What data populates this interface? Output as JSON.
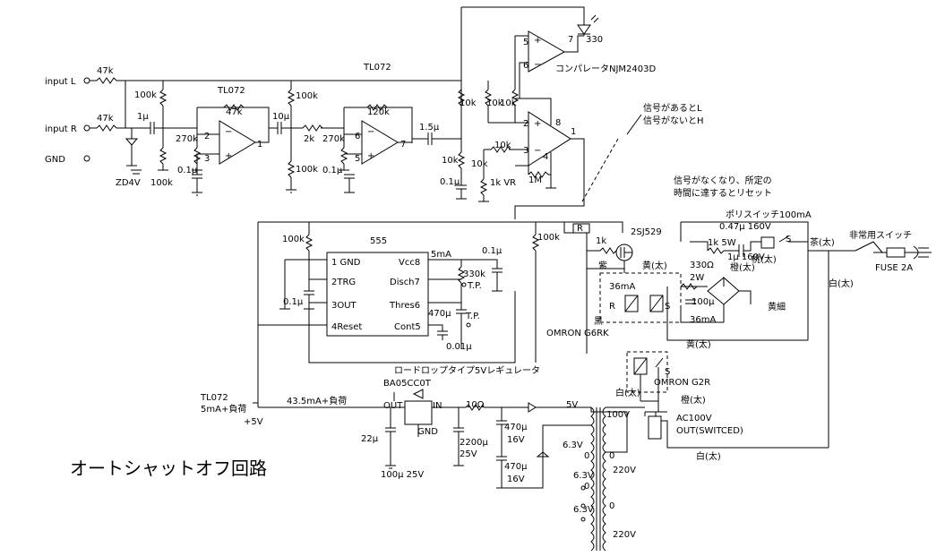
{
  "title": "オートシャットオフ回路",
  "inputs": {
    "input_l": "input L",
    "input_r": "input R",
    "gnd": "GND"
  },
  "front_end": {
    "r_in_l": "47k",
    "r_in_r": "47k",
    "c_in": "1μ",
    "zener": "ZD4V",
    "r_bias_top": "100k",
    "r_bias_bot": "100k"
  },
  "stage1": {
    "chip": "TL072",
    "r_feedback": "47k",
    "r_in": "270k",
    "c_gnd": "0.1μ",
    "pin_minus": "2",
    "pin_plus": "3",
    "pin_out": "1",
    "c_out": "10μ"
  },
  "stage2": {
    "chip": "TL072",
    "top_chip": "TL072",
    "r_top": "100k",
    "r_bottom": "100k",
    "r_series": "2k",
    "r_in": "270k",
    "r_feedback": "120k",
    "c_gnd": "0.1μ",
    "pin_minus": "6",
    "pin_plus": "5",
    "pin_out": "7",
    "c_out": "1.5μ"
  },
  "comparator": {
    "label": "コンパレータNJM2403D",
    "r_a": "10k",
    "r_b": "10k",
    "r_c": "10k",
    "r_d": "10k",
    "r_e": "10k",
    "r_f": "10k",
    "r_vr": "1k VR",
    "c_vr": "0.1μ",
    "r_fb": "1M",
    "led_r": "330",
    "pin2": "2",
    "pin3": "3",
    "pin8": "8",
    "pin1": "1",
    "pin4": "4",
    "pin5": "5",
    "pin6": "6",
    "pin7": "7"
  },
  "notes": {
    "signal_l": "信号があるとL",
    "signal_h": "信号がないとH",
    "reset_line1": "信号がなくなり、所定の",
    "reset_line2": "時間に達するとリセット"
  },
  "timer": {
    "chip": "555",
    "pin1": "1 GND",
    "pin2": "2TRG",
    "pin3": "3OUT",
    "pin4": "4Reset",
    "pin8": "Vcc8",
    "pin7": "Disch7",
    "pin6": "Thres6",
    "pin5": "Cont5",
    "r_pull": "100k",
    "c_trg": "0.1μ",
    "current": "5mA",
    "r_timing": "330k",
    "c_vcc": "0.1μ",
    "tp1": "T.P.",
    "tp2": "T.P.",
    "c_timing": "470μ",
    "c_cont": "0.01μ"
  },
  "switch_stage": {
    "r_gate": "100k",
    "r_series": "1k",
    "ptc": "R",
    "mosfet": "2SJ529",
    "wire_purple": "紫",
    "wire_black": "黒",
    "relay_current": "36mA",
    "relay_r": "R",
    "relay_s": "S",
    "relay1": "OMRON G6RK"
  },
  "supply_side": {
    "polyswitch": "ポリスイッチ100mA",
    "c_snub": "0.47μ 160V",
    "c_snub2": "1μ 160V",
    "r_snub": "1k 5W",
    "r_drop": "330Ω",
    "r_drop_w": "2W",
    "c_relay": "100μ",
    "relay_current": "36mA",
    "emergency": "非常用スイッチ",
    "fuse": "FUSE 2A",
    "s_label": "S",
    "s_label2": "S",
    "r_label": "R",
    "w_brown": "茶(太)",
    "w_yellow1": "黄(太)",
    "w_orange1": "橙(太)",
    "w_peach": "桃(太)",
    "w_white1": "白(太)",
    "w_yellow_thin": "黄細",
    "w_yellow2": "黄(太)",
    "w_white2": "白(太)",
    "w_orange2": "橙(太)",
    "w_white3": "白(太)",
    "relay2": "OMRON G2R",
    "ac_out1": "AC100V",
    "ac_out2": "OUT(SWITCED)"
  },
  "regulator": {
    "load": "TL072",
    "load2": "5mA+負荷",
    "supply": "+5V",
    "desc": "ロードロップタイプ5Vレギュレータ",
    "part": "BA05CC0T",
    "current": "43.5mA+負荷",
    "out": "OUT",
    "in": "IN",
    "gnd": "GND",
    "c_out": "22μ",
    "c_out2": "100μ 25V",
    "r_in": "10Ω",
    "c_in": "2200μ",
    "c_in_v": "25V",
    "c_a": "470μ",
    "c_a_v": "16V",
    "c_b": "470μ",
    "c_b_v": "16V"
  },
  "transformer": {
    "sec": "5V",
    "tap1": "6.3V",
    "tap1b": "0",
    "tap2": "6.3V",
    "tap2b": "0",
    "tap3": "6.3V",
    "p1": "100V",
    "p1b": "0",
    "p2": "220V",
    "p2b": "0",
    "p3": "220V"
  }
}
